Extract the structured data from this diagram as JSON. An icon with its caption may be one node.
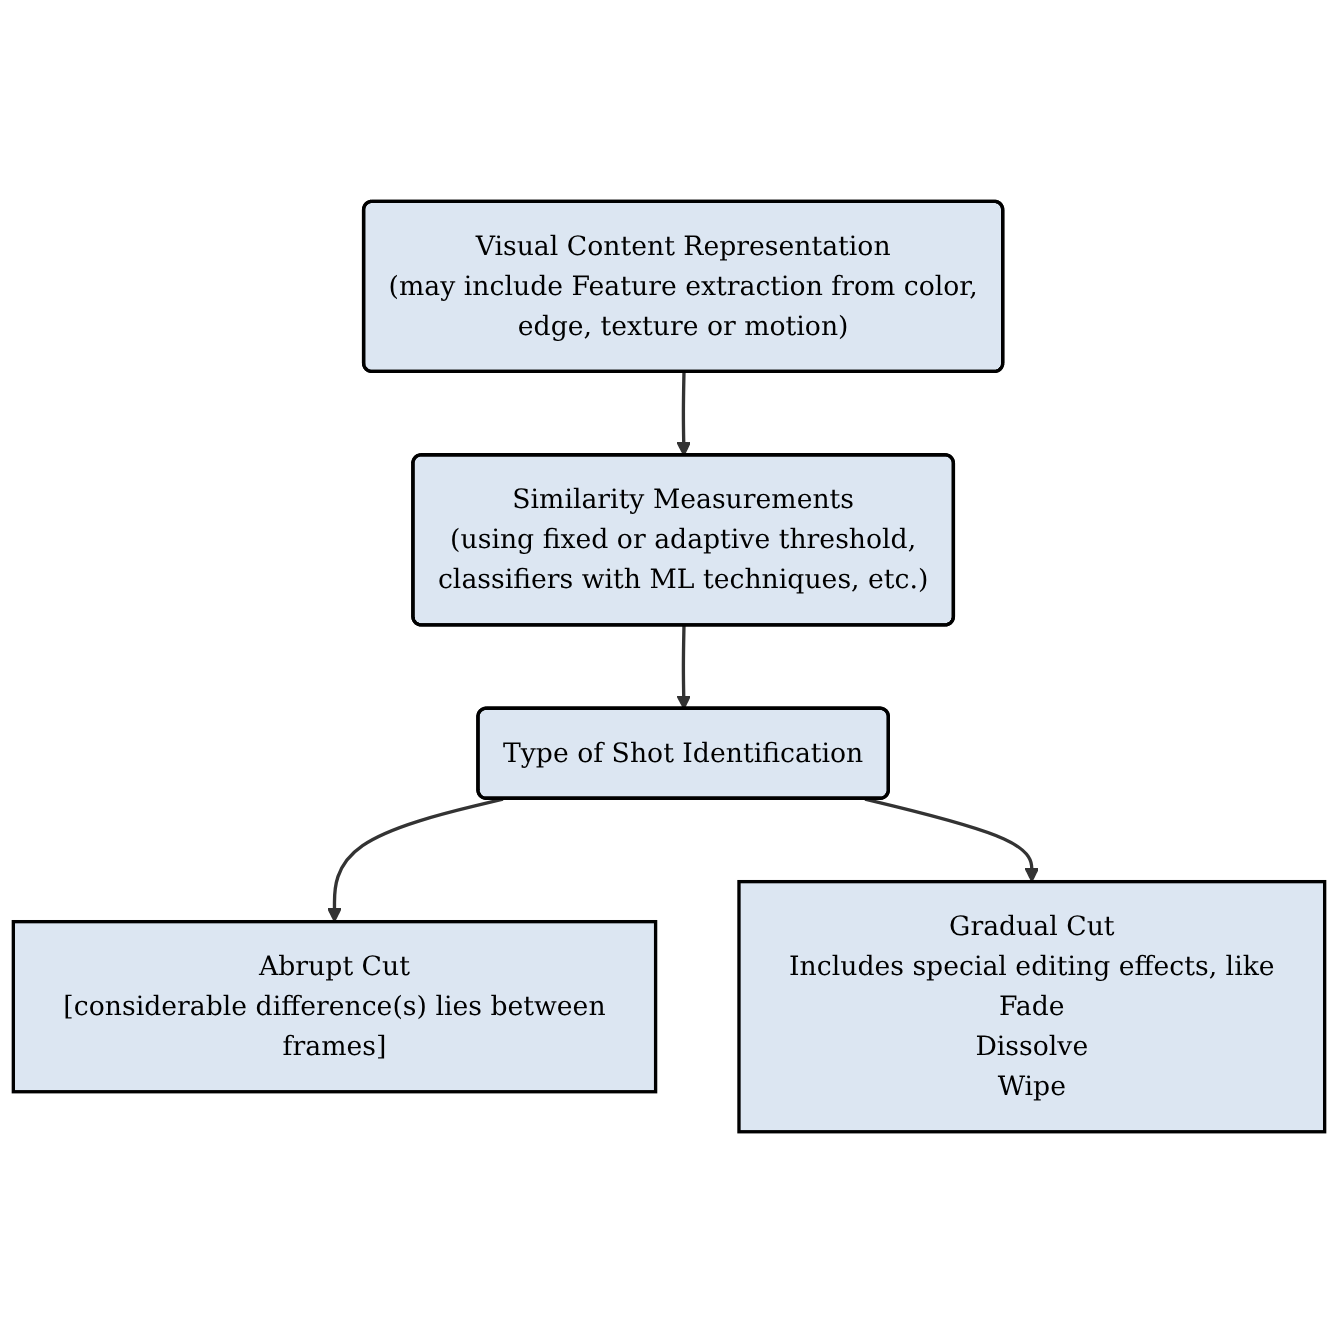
{
  "diagram": {
    "nodes": [
      {
        "text": [
          "Visual Content Representation",
          "(may include Feature extraction from color, edge, texture or motion)"
        ]
      },
      {
        "text": [
          "Similarity Measurements",
          "(using fixed or adaptive threshold, classifiers with ML techniques, etc.)"
        ]
      },
      {
        "text": [
          "Type of Shot Identification"
        ]
      },
      {
        "text": [
          "Abrupt Cut",
          "[considerable difference(s) lies between frames]"
        ]
      },
      {
        "text": [
          "Gradual Cut",
          "Includes special editing effects, like",
          "Fade",
          "Dissolve",
          "Wipe"
        ]
      }
    ],
    "edges": [
      {
        "from": 0,
        "to": 1,
        "arrow": "to"
      },
      {
        "from": 1,
        "to": 2,
        "arrow": "to"
      },
      {
        "from": 2,
        "to": 3,
        "arrow": "to"
      },
      {
        "from": 2,
        "to": 4,
        "arrow": "to"
      }
    ]
  }
}
